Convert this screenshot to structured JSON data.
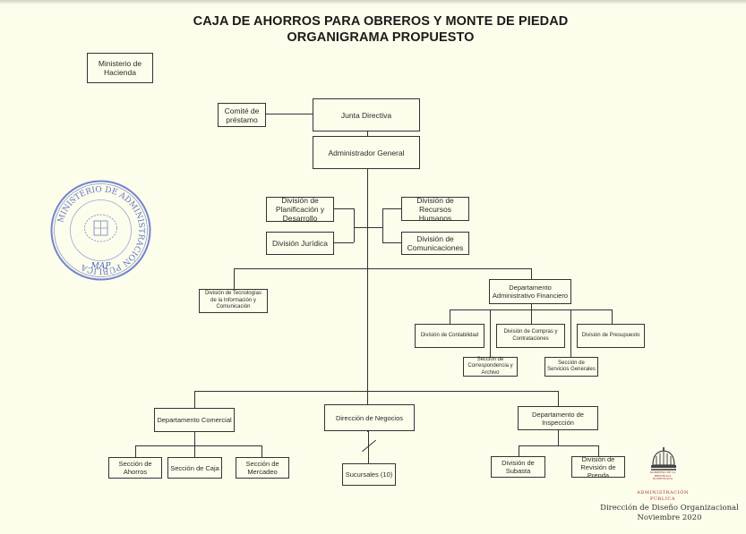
{
  "header": {
    "title_line1": "CAJA DE AHORROS PARA OBREROS Y MONTE DE PIEDAD",
    "title_line2": "ORGANIGRAMA PROPUESTO"
  },
  "org_units": {
    "ministerio_hacienda": "Ministerio de Hacienda",
    "comite_prestamo": "Comité  de préstamo",
    "junta_directiva": "Junta Directiva",
    "administrador_general": "Administrador General",
    "div_planificacion": "División de Planificación y Desarrollo",
    "div_juridica": "División Jurídica",
    "div_rrhh": "División de Recursos Humanos",
    "div_comunicaciones": "División de Comunicaciones",
    "div_tic": "División de Tecnologías de la Información y Comunicación",
    "depto_admin_financiero": "Departamento Administrativo Financiero",
    "div_contabilidad": "División de Contabilidad",
    "sec_correspondencia": "Sección de Correspondencia y Archivo",
    "div_compras": "División de Compras y Contrataciones",
    "sec_servicios": "Sección de Servicios Generales",
    "div_presupuesto": "División de Presupuesto",
    "depto_comercial": "Departamento Comercial",
    "sec_ahorros": "Sección de Ahorros",
    "sec_caja": "Sección de Caja",
    "sec_mercadeo": "Sección de Mercadeo",
    "dir_negocios": "Dirección de Negocios",
    "sucursales": "Sucursales (10)",
    "depto_inspeccion": "Departamento de Inspección",
    "div_subasta": "División de Subasta",
    "div_revision_prenda": "División de Revisión de Prenda"
  },
  "stamp": {
    "ring_text": "MINISTERIO DE ADMINISTRACIÓN PÚBLICA",
    "center_text": "MAP",
    "icon": "coat-of-arms-icon"
  },
  "logo": {
    "icon": "capitol-dome-icon",
    "gov_text": "GOBIERNO DE LA REPÚBLICA DOMINICANA",
    "line1": "ADMINISTRACIÓN",
    "line2": "PÚBLICA"
  },
  "footer": {
    "line1": "Dirección de Diseño Organizacional",
    "line2": "Noviembre 2020"
  }
}
